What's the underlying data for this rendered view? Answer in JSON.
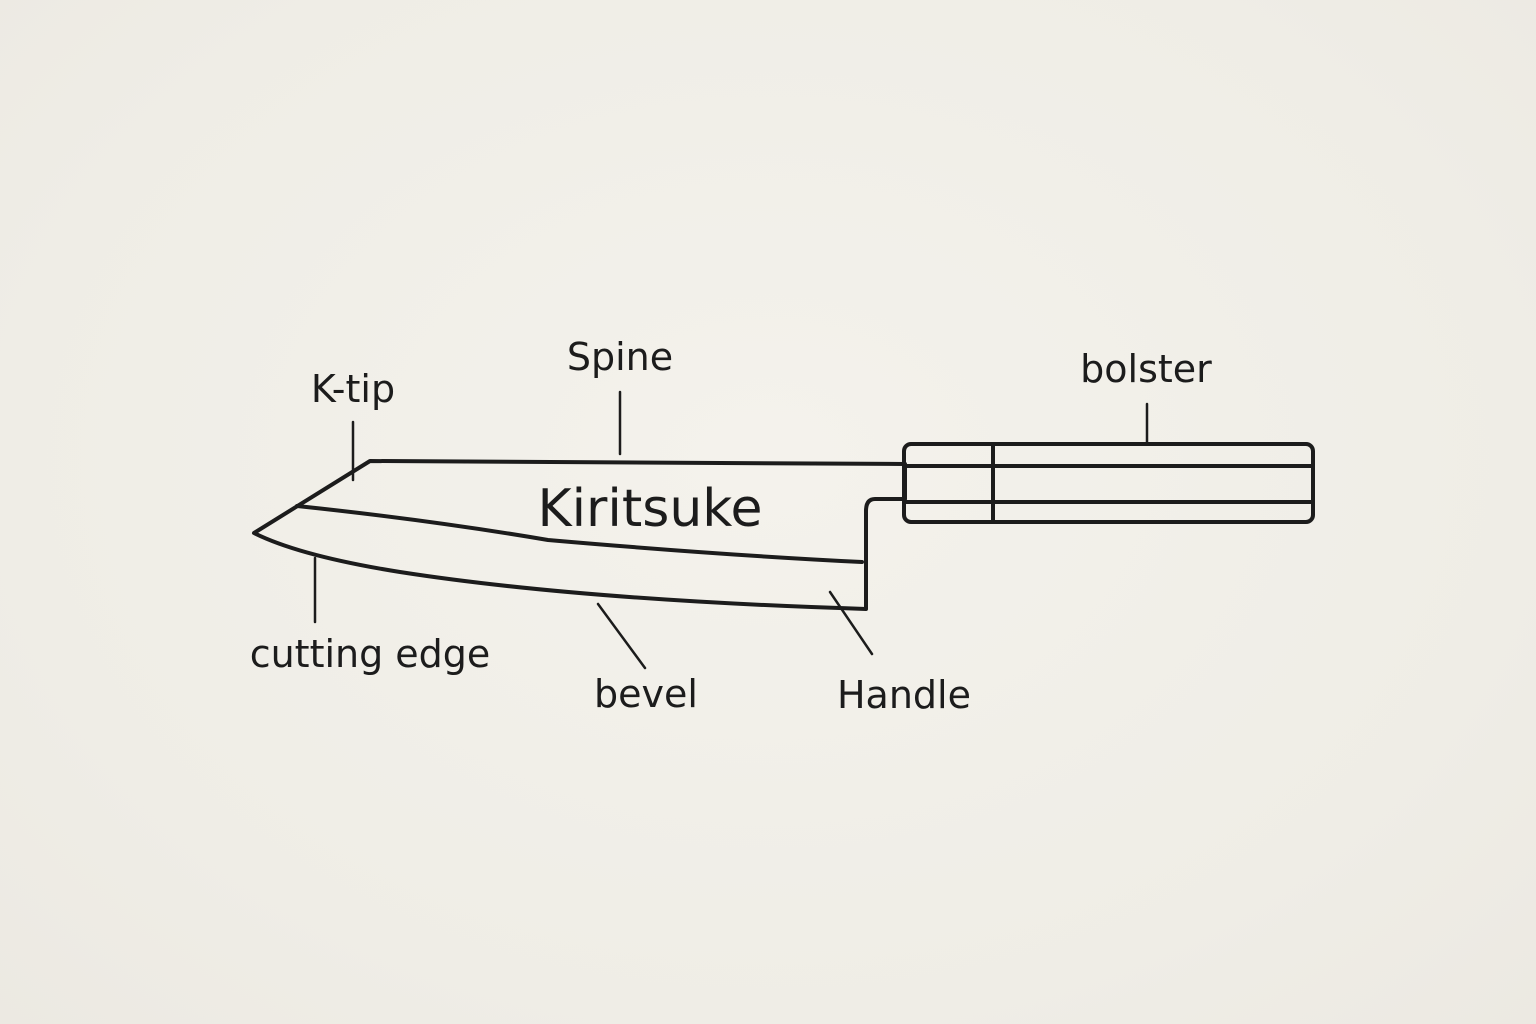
{
  "diagram": {
    "title": "Kiritsuke",
    "labels": {
      "k_tip": "K-tip",
      "spine": "Spine",
      "bolster": "bolster",
      "cutting_edge": "cutting edge",
      "bevel": "bevel",
      "handle": "Handle"
    },
    "colors": {
      "background": "#f1efe9",
      "ink": "#1c1c1c"
    }
  }
}
